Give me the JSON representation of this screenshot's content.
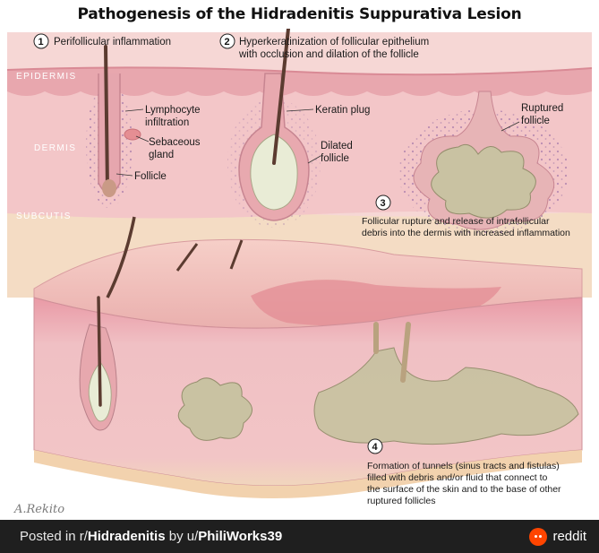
{
  "title": "Pathogenesis of the Hidradenitis Suppurativa Lesion",
  "steps": {
    "s1": {
      "num": "1",
      "text": "Perifollicular inflammation"
    },
    "s2": {
      "num": "2",
      "line1": "Hyperkeratinization of follicular epithelium",
      "line2": "with occlusion and dilation of the follicle"
    },
    "s3": {
      "num": "3",
      "line1": "Follicular rupture and release of intrafollicular",
      "line2": "debris into the dermis with increased inflammation"
    },
    "s4": {
      "num": "4",
      "line1": "Formation of tunnels (sinus tracts and fistulas)",
      "line2": "filled with debris and/or fluid that connect to",
      "line3": "the surface of the skin and to the base of other",
      "line4": "ruptured follicles"
    }
  },
  "layers": {
    "epidermis": "EPIDERMIS",
    "dermis": "DERMIS",
    "subcutis": "SUBCUTIS"
  },
  "labels": {
    "lymph1": "Lymphocyte",
    "lymph2": "infiltration",
    "seb1": "Sebaceous",
    "seb2": "gland",
    "follicle": "Follicle",
    "keratin": "Keratin plug",
    "dilated1": "Dilated",
    "dilated2": "follicle",
    "ruptured1": "Ruptured",
    "ruptured2": "follicle"
  },
  "artist_signature": "A.Rekito",
  "footer": {
    "prefix": "Posted in r/",
    "subreddit": "Hidradenitis",
    "middle": " by u/",
    "user": "PhiliWorks39",
    "brand": "reddit"
  },
  "colors": {
    "epidermis": "#e8a7ae",
    "dermis": "#f3c6c8",
    "subcutis": "#f4dcc4",
    "debris": "#c9c2a2",
    "reddit": "#ff4500",
    "footer_bg": "#1f1f1f"
  }
}
